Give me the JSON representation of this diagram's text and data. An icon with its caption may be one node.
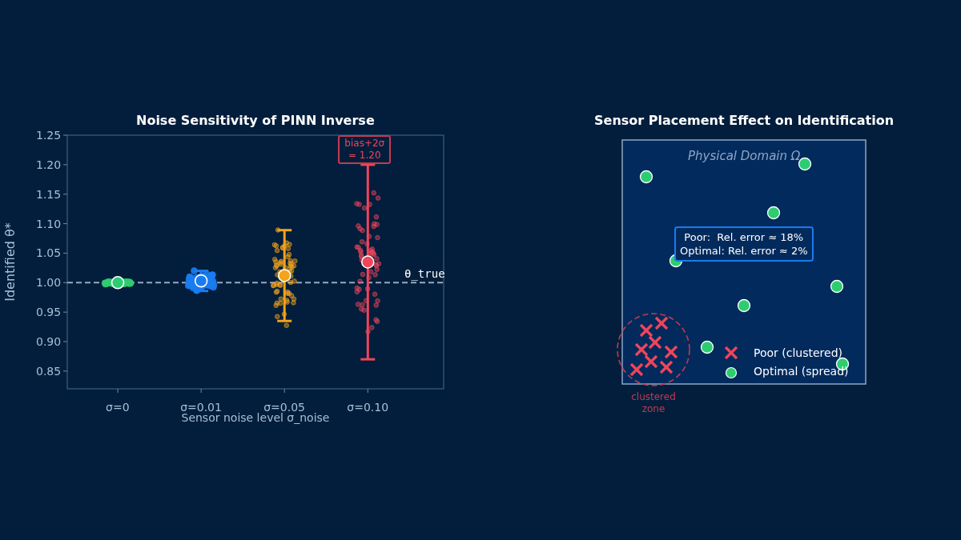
{
  "diagram": {
    "labels": [
      "Sensor Placement Effect on Identification",
      "Physical Domain Ω",
      "Poor:  Rel. error ≈ 18%",
      "Optimal: Rel. error ≈ 2%",
      "clustered zone"
    ],
    "legend": [
      {
        "text": "Poor (clustered)"
      },
      {
        "text": "Optimal (spread)"
      }
    ],
    "chart_data": {
      "type": "scatter",
      "title": "Noise Sensitivity of PINN Inverse",
      "xlabel": "Sensor noise level  σ_noise",
      "ylabel": "Identified  θ*",
      "categories": [
        "σ=0",
        "σ=0.01",
        "σ=0.05",
        "σ=0.10"
      ],
      "series": [
        {
          "color": "#2ecc71",
          "values": [
            1.0,
            null,
            null,
            null
          ]
        },
        {
          "color": "#1a7cf0",
          "values": [
            null,
            1.003,
            null,
            null
          ],
          "errors": [
            null,
            0.017,
            null,
            null
          ]
        },
        {
          "color": "#f5a31a",
          "values": [
            null,
            null,
            1.012,
            null
          ],
          "errors": [
            null,
            null,
            0.077,
            null
          ]
        },
        {
          "color": "#f0455a",
          "values": [
            null,
            null,
            null,
            1.035
          ],
          "errors": [
            null,
            null,
            null,
            0.165
          ]
        }
      ],
      "ref_lines": [
        {
          "axis": "y",
          "value": 1.0,
          "label": "θ_true"
        }
      ],
      "ylim": [
        0.82,
        1.25
      ],
      "yticks": [
        {
          "value": 0.85,
          "label": "0.85"
        },
        {
          "value": 0.9,
          "label": "0.90"
        },
        {
          "value": 0.95,
          "label": "0.95"
        },
        {
          "value": 1.0,
          "label": "1.00"
        },
        {
          "value": 1.05,
          "label": "1.05"
        },
        {
          "value": 1.1,
          "label": "1.10"
        },
        {
          "value": 1.15,
          "label": "1.15"
        },
        {
          "value": 1.2,
          "label": "1.20"
        },
        {
          "value": 1.25,
          "label": "1.25"
        }
      ],
      "annotations": [
        "bias+2σ = 1.20"
      ]
    }
  }
}
